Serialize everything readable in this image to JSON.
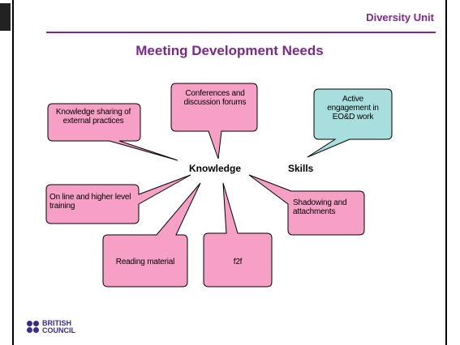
{
  "header": {
    "unit_label": "Diversity Unit",
    "slide_title": "Meeting Development Needs"
  },
  "diagram": {
    "center_knowledge": "Knowledge",
    "center_skills": "Skills",
    "callouts": [
      {
        "id": "external-practices",
        "text": "Knowledge sharing of external practices",
        "fill": "#f7a0c6"
      },
      {
        "id": "conferences",
        "text": "Conferences and discussion forums",
        "fill": "#f7a0c6"
      },
      {
        "id": "active-engagement",
        "text": "Active engagement in EO&D work",
        "fill": "#a9dede"
      },
      {
        "id": "online-training",
        "text": "On line and higher level training",
        "fill": "#f7a0c6"
      },
      {
        "id": "shadowing",
        "text": "Shadowing and attachments",
        "fill": "#f7a0c6"
      },
      {
        "id": "reading",
        "text": "Reading material",
        "fill": "#f7a0c6"
      },
      {
        "id": "f2f",
        "text": "f2f",
        "fill": "#f7a0c6"
      }
    ]
  },
  "footer": {
    "logo_text_line1": "BRITISH",
    "logo_text_line2": "COUNCIL"
  },
  "colors": {
    "accent": "#7a2a87",
    "pink_callout": "#f7a0c6",
    "teal_callout": "#a9dede",
    "logo": "#3b2a8c"
  }
}
